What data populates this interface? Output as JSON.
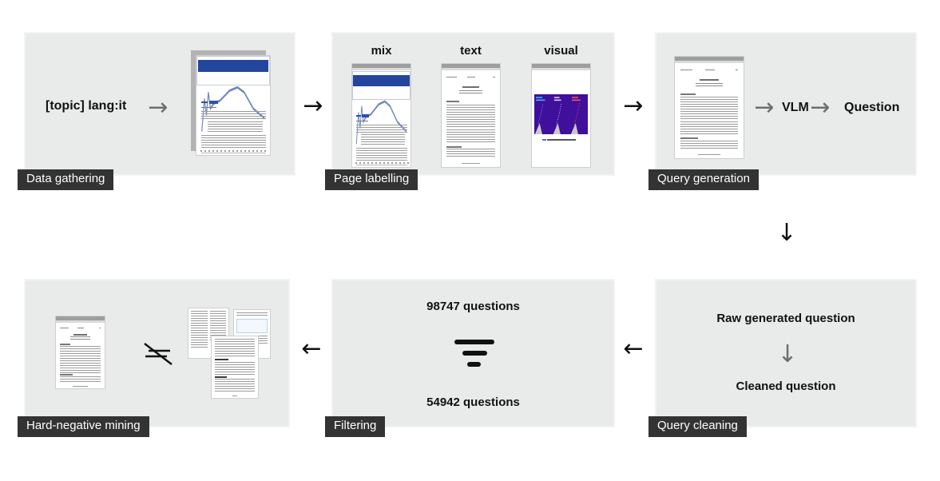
{
  "panels": {
    "data_gathering": {
      "label": "Data gathering",
      "query_text": "[topic] lang:it"
    },
    "page_labelling": {
      "label": "Page labelling",
      "categories": [
        "mix",
        "text",
        "visual"
      ]
    },
    "query_generation": {
      "label": "Query generation",
      "model_label": "VLM",
      "output_label": "Question"
    },
    "query_cleaning": {
      "label": "Query cleaning",
      "raw_label": "Raw generated question",
      "cleaned_label": "Cleaned question"
    },
    "filtering": {
      "label": "Filtering",
      "before_count": "98747 questions",
      "after_count": "54942 questions"
    },
    "hard_negative_mining": {
      "label": "Hard-negative mining"
    }
  },
  "icons": {
    "right_arrow": "→",
    "left_arrow": "←",
    "down_arrow": "↓"
  },
  "colors": {
    "panel_bg": "#e9eaea",
    "badge_bg": "#333333",
    "badge_text": "#ffffff",
    "doc_accent_blue": "#24459c",
    "figure_purple": "#400f9c",
    "gray_arrow": "#6e6e6e",
    "black_arrow": "#111111"
  }
}
